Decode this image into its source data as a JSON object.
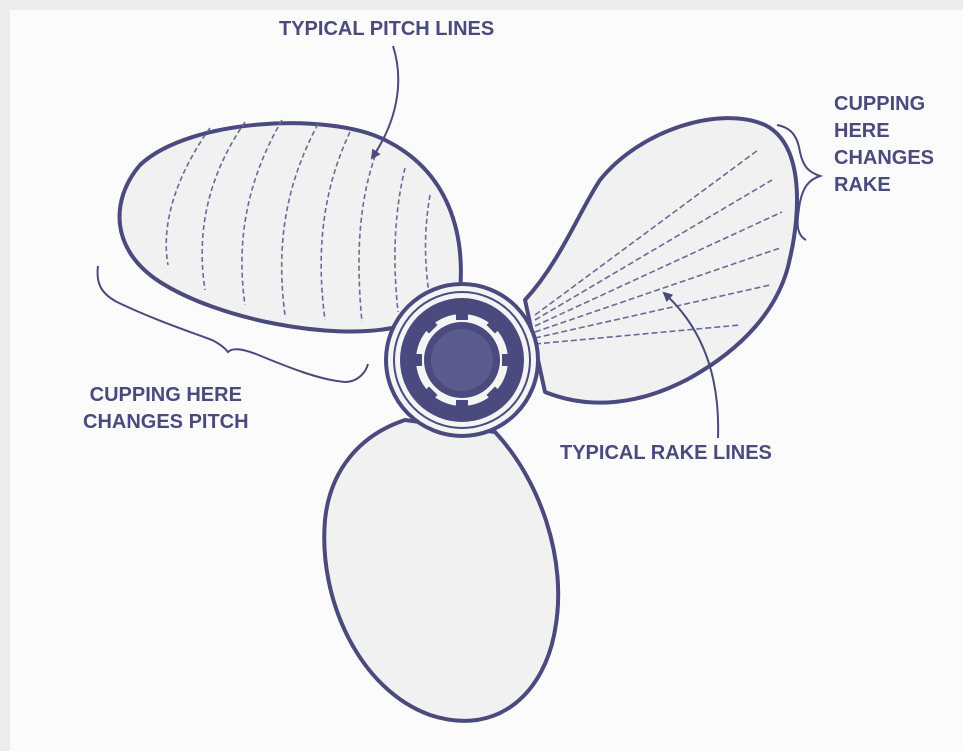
{
  "labels": {
    "pitch_lines": "TYPICAL PITCH LINES",
    "rake_cupping": [
      "CUPPING",
      "HERE",
      "CHANGES",
      "RAKE"
    ],
    "pitch_cupping": [
      "CUPPING HERE",
      "CHANGES PITCH"
    ],
    "rake_lines": "TYPICAL RAKE LINES"
  },
  "colors": {
    "ink": "#4a4a7e",
    "blade_fill": "#f1f1f1",
    "background": "#fbfbfb",
    "frame": "#ececec"
  }
}
